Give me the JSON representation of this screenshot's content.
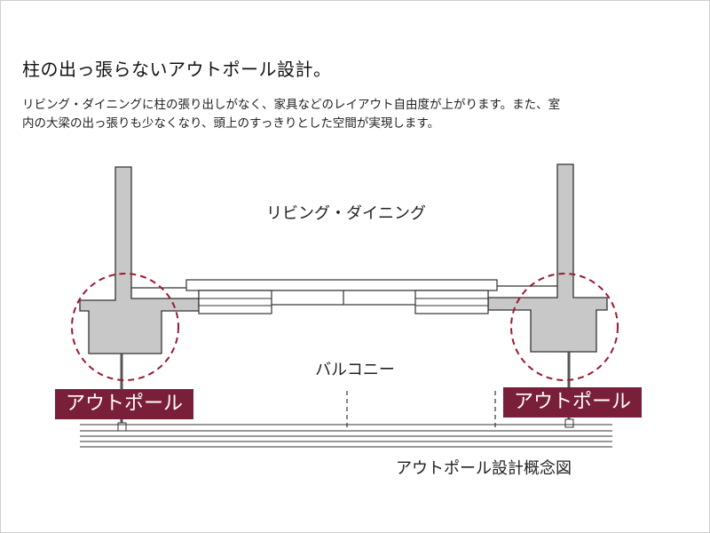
{
  "heading": "柱の出っ張らないアウトポール設計。",
  "description": {
    "line1": "リビング・ダイニングに柱の張り出しがなく、家具などのレイアウト自由度が上がります。また、室",
    "line2": "内の大梁の出っ張りも少なくなり、頭上のすっきりとした空間が実現します。"
  },
  "diagram": {
    "living_dining_label": "リビング・ダイニング",
    "balcony_label": "バルコニー",
    "outpole_tag_left": "アウトポール",
    "outpole_tag_right": "アウトポール",
    "caption": "アウトポール設計概念図"
  },
  "colors": {
    "accent": "#7a1f3a",
    "highlight_circle": "#9a1b2e",
    "structure_fill": "#c8c8c8",
    "line": "#333333"
  }
}
